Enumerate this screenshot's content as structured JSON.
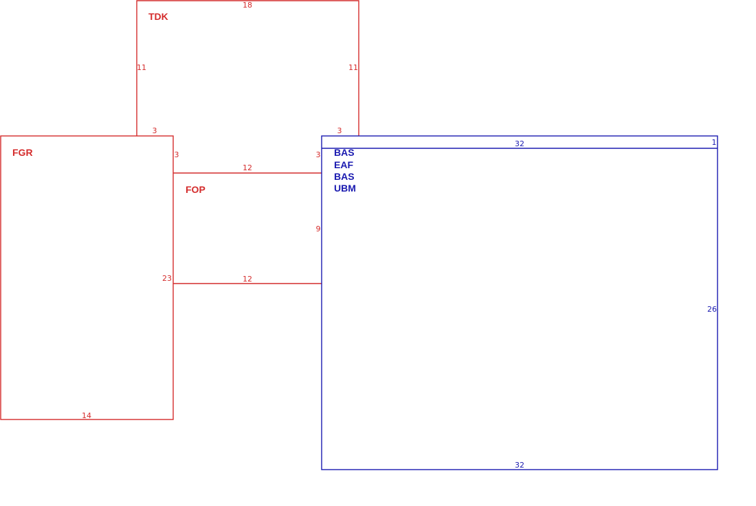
{
  "colors": {
    "red": "#d42b2b",
    "blue": "#1a1ab0"
  },
  "zones": {
    "tdk": {
      "name": "TDK",
      "top": "18",
      "left": "11",
      "right": "11",
      "bottom_left": "3",
      "bottom_right": "3"
    },
    "fgr": {
      "name": "FGR",
      "right_top": "3",
      "right": "23",
      "bottom": "14"
    },
    "fop": {
      "name": "FOP",
      "top": "12",
      "left_top": "3",
      "right": "9",
      "bottom": "12"
    },
    "blue_area": {
      "top_strip": "32",
      "strip_height": "1",
      "right": "26",
      "bottom": "32",
      "labels": [
        "BAS",
        "EAF",
        "BAS",
        "UBM"
      ]
    }
  }
}
